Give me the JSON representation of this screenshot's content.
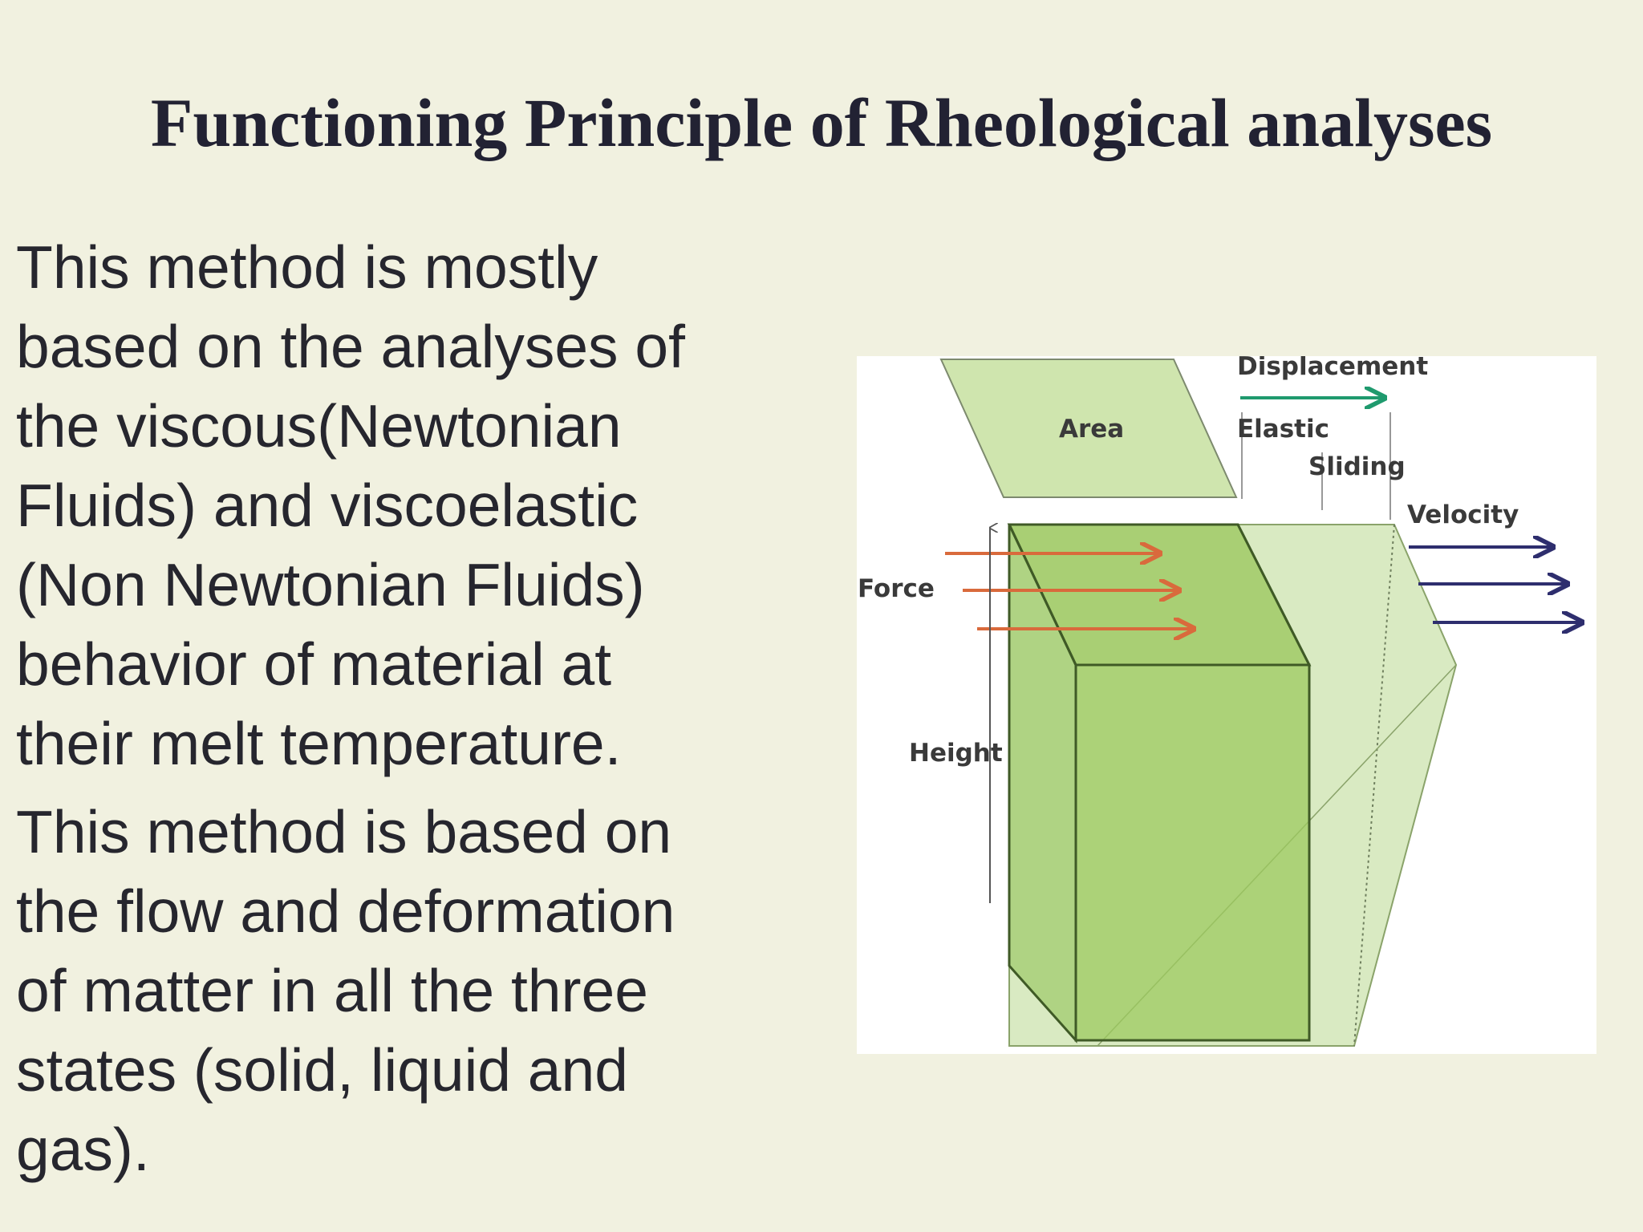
{
  "slide": {
    "title": "Functioning Principle of Rheological analyses",
    "paragraphs": [
      "This method is mostly\nbased on the analyses of\nthe  viscous(Newtonian\nFluids) and  viscoelastic\n(Non Newtonian Fluids)\nbehavior of material at\ntheir melt temperature.",
      "This method is based on\nthe flow and deformation\nof matter in all the three\nstates (solid, liquid and\ngas)."
    ]
  },
  "figure": {
    "labels": {
      "displacement": "Displacement",
      "area": "Area",
      "elastic": "Elastic",
      "sliding": "Sliding",
      "velocity": "Velocity",
      "force": "Force",
      "height": "Height"
    },
    "colors": {
      "block_fill": "#9cc95f",
      "block_stroke": "#3f5a26",
      "force_arrow": "#d96a3c",
      "velocity_arrow": "#2e2e6e",
      "displacement_arrow": "#1f9a6e",
      "background": "#ffffff"
    }
  }
}
